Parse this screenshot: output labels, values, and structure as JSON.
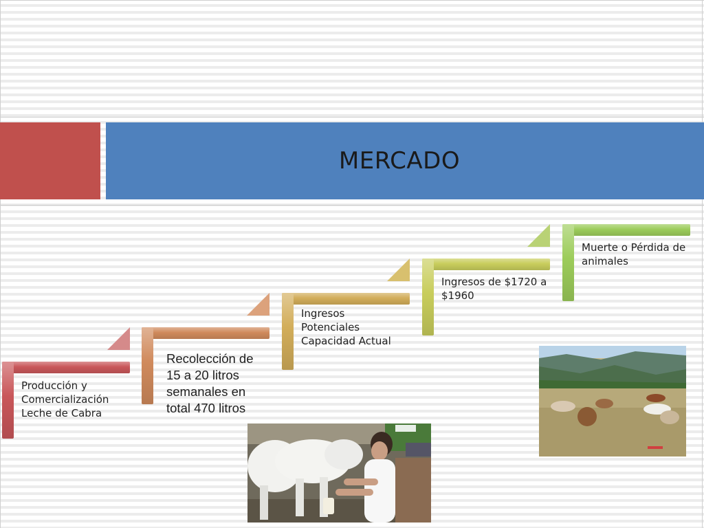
{
  "slide": {
    "title": "MERCADO",
    "colors": {
      "accent_red": "#c0504d",
      "accent_blue": "#4f81bd",
      "step1": "#c9575a",
      "step2": "#d08a5c",
      "step3": "#d2ad5a",
      "step4": "#c8cd5c",
      "step5": "#9ccc5a"
    }
  },
  "steps": [
    {
      "label": "Producción y Comercialización Leche de Cabra"
    },
    {
      "label": "Recolección de 15 a 20 litros semanales en total 470 litros"
    },
    {
      "label": "Ingresos Potenciales Capacidad Actual"
    },
    {
      "label": "Ingresos de $1720 a $1960"
    },
    {
      "label": "Muerte o Pérdida de animales"
    }
  ],
  "images": {
    "milking_photo": "woman-milking-goats",
    "pasture_photo": "goats-grazing-mountain-pasture"
  }
}
